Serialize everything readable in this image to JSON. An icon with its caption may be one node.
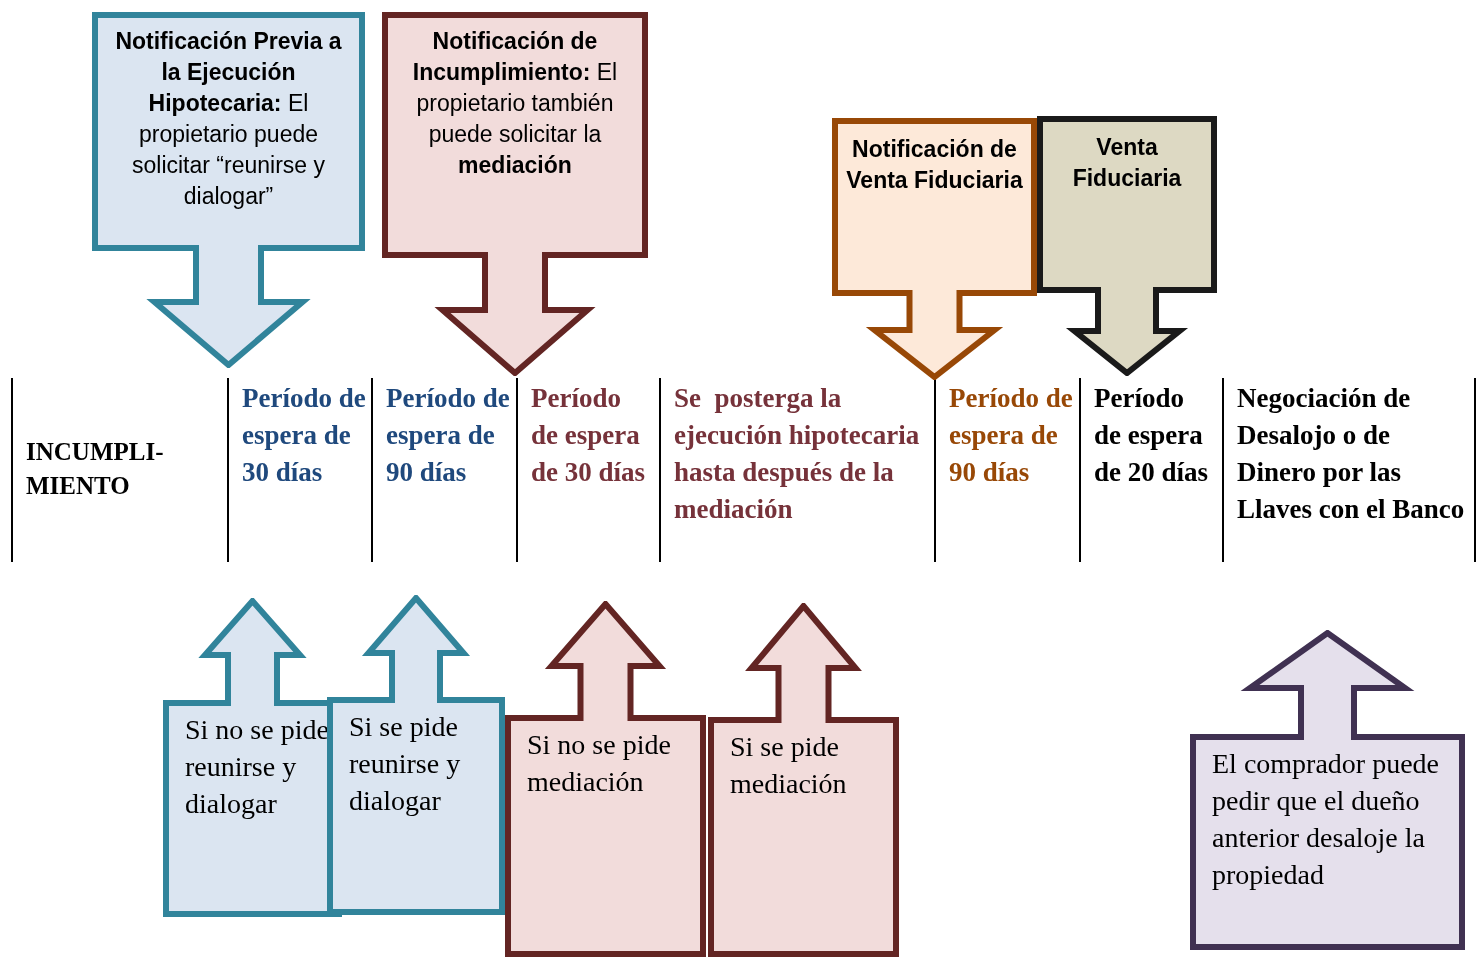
{
  "diagram": {
    "nodes": [
      {
        "text": [
          "**Notificación Previa a la Ejecución Hipotecaria:** El propietario puede solicitar “reunirse y dialogar”"
        ]
      },
      {
        "text": [
          "**Notificación de Incumplimiento:** El propietario también puede solicitar la **mediación**"
        ]
      },
      {
        "text": [
          "Notificación de Venta Fiduciaria"
        ]
      },
      {
        "text": [
          "Venta Fiduciaria"
        ]
      },
      {
        "text": [
          "Si no se pide reunirse y dialogar"
        ]
      },
      {
        "text": [
          "Si se pide reunirse y dialogar"
        ]
      },
      {
        "text": [
          "Si no se pide mediación"
        ]
      },
      {
        "text": [
          "Si se pide mediación"
        ]
      },
      {
        "text": [
          "El comprador puede pedir que el dueño anterior desaloje la propiedad"
        ]
      }
    ],
    "edges": [],
    "labels": [
      "INCUMPLI-MIENTO",
      "Período de espera de 30 días",
      "Período de espera de 90 días",
      "Período de espera de 30 días",
      "Se  posterga la ejecución hipotecaria hasta después de la mediación",
      "Período de espera de 90 días",
      "Período de espera de 20 días",
      "Negociación de Desalojo o de Dinero por las Llaves con el Banco"
    ]
  }
}
